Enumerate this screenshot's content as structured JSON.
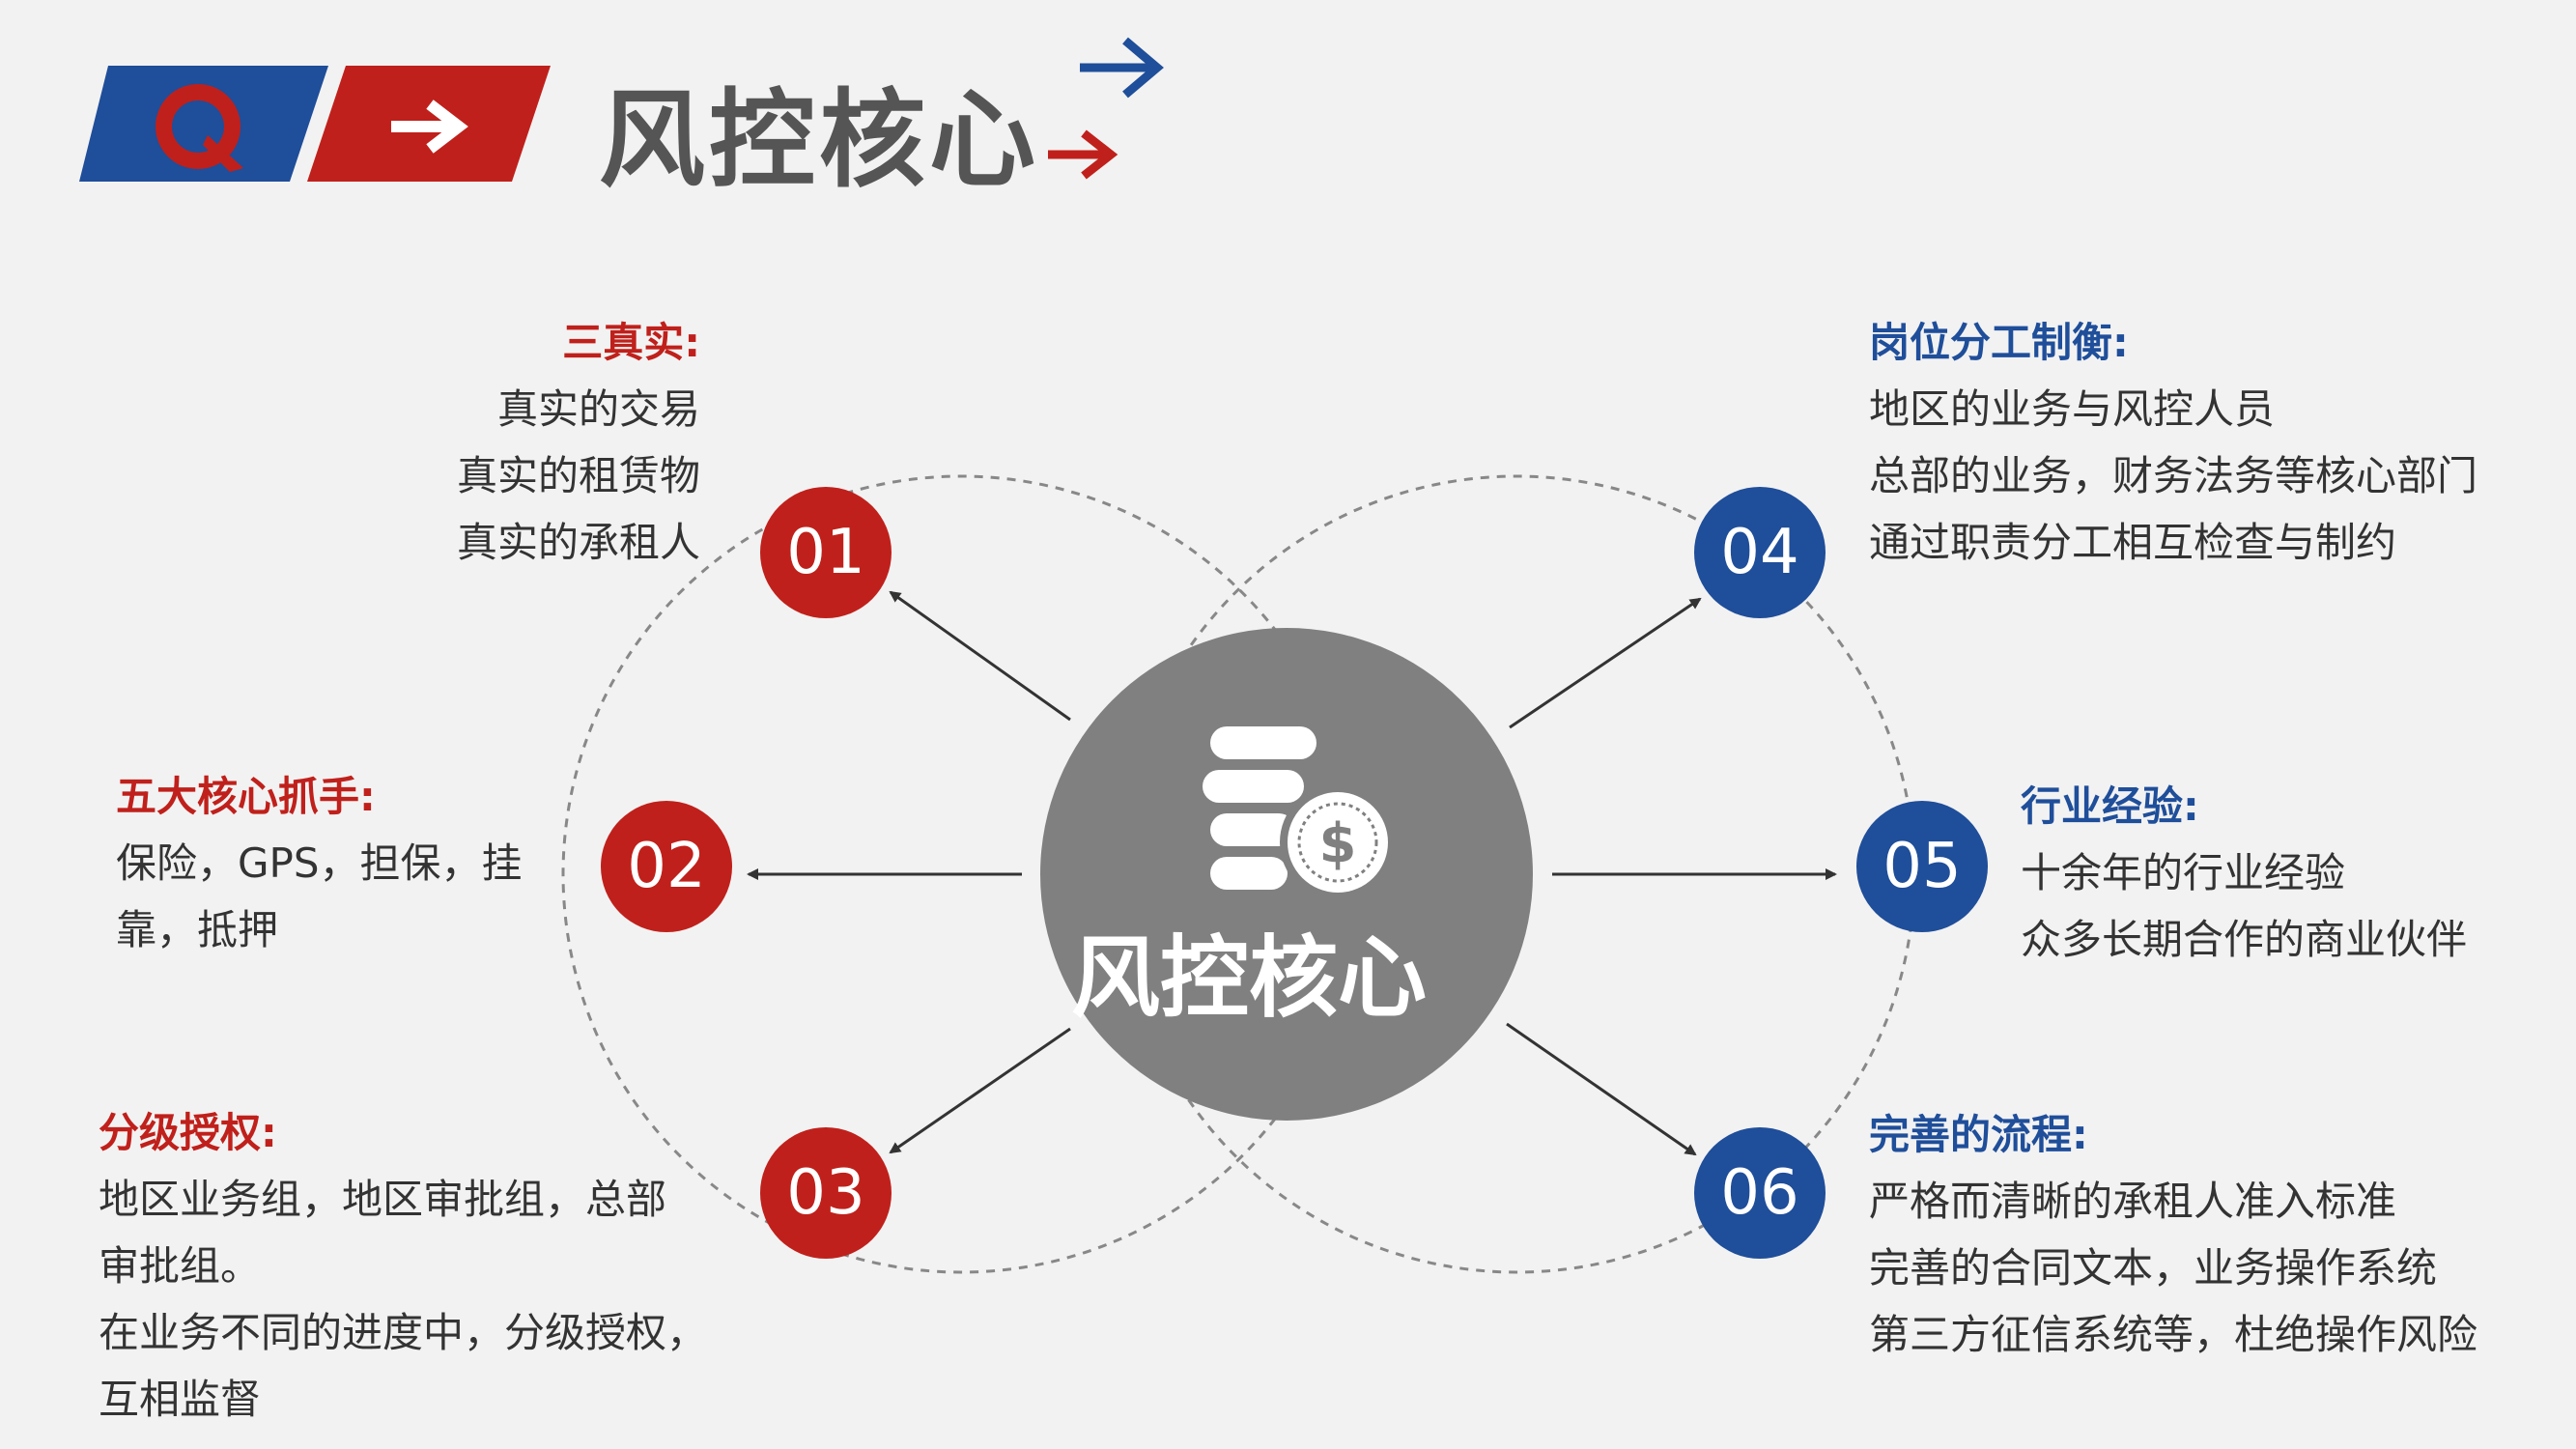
{
  "header": {
    "title": "风控核心",
    "colors": {
      "blue": "#1f4e9a",
      "red": "#c0201b",
      "hub": "#808080"
    }
  },
  "center": {
    "label": "风控核心",
    "icon": "coins-dollar-icon"
  },
  "nodes": [
    {
      "number": "01",
      "color": "red",
      "heading": "三真实:",
      "lines": [
        "真实的交易",
        "真实的租赁物",
        "真实的承租人"
      ]
    },
    {
      "number": "02",
      "color": "red",
      "heading": "五大核心抓手:",
      "lines": [
        "保险，GPS，担保，挂",
        "靠，抵押"
      ]
    },
    {
      "number": "03",
      "color": "red",
      "heading": "分级授权:",
      "lines": [
        "地区业务组，地区审批组，总部",
        "审批组。",
        "在业务不同的进度中，分级授权，",
        "互相监督"
      ]
    },
    {
      "number": "04",
      "color": "blue",
      "heading": "岗位分工制衡:",
      "lines": [
        "地区的业务与风控人员",
        "总部的业务，财务法务等核心部门",
        "通过职责分工相互检查与制约"
      ]
    },
    {
      "number": "05",
      "color": "blue",
      "heading": "行业经验:",
      "lines": [
        "十余年的行业经验",
        "众多长期合作的商业伙伴"
      ]
    },
    {
      "number": "06",
      "color": "blue",
      "heading": "完善的流程:",
      "lines": [
        "严格而清晰的承租人准入标准",
        "完善的合同文本，业务操作系统",
        "第三方征信系统等，杜绝操作风险"
      ]
    }
  ]
}
